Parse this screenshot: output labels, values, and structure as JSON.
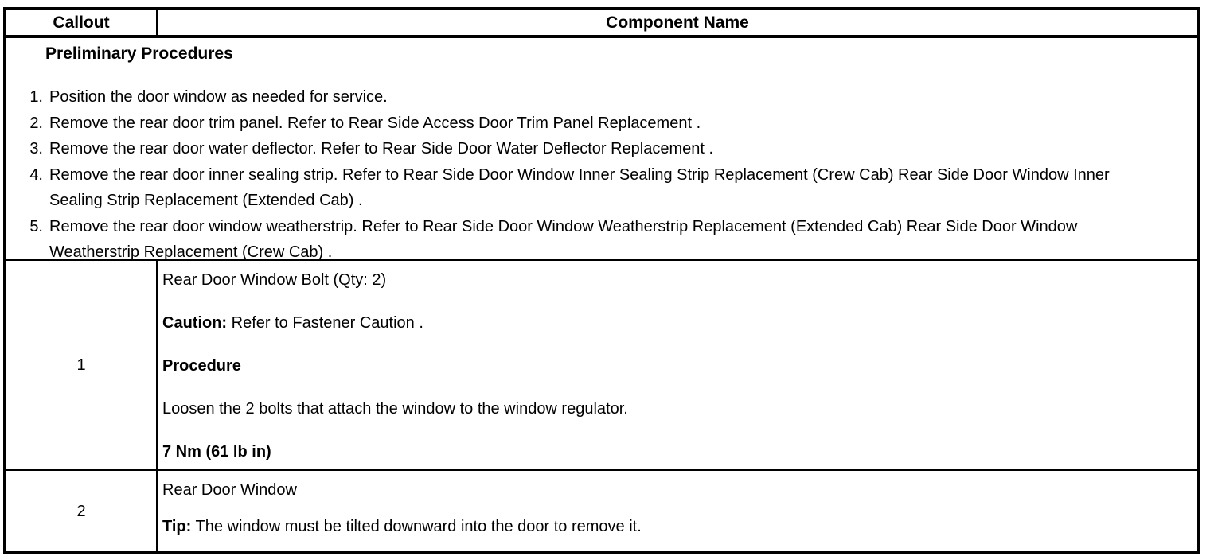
{
  "colors": {
    "border": "#000000",
    "text": "#000000",
    "background": "#ffffff"
  },
  "table": {
    "header": {
      "callout": "Callout",
      "component_name": "Component Name"
    },
    "preliminary": {
      "title": "Preliminary Procedures",
      "steps": [
        {
          "num": "1.",
          "text": "Position the door window as needed for service."
        },
        {
          "num": "2.",
          "text": "Remove the rear door trim panel. Refer to Rear Side Access Door Trim Panel Replacement ."
        },
        {
          "num": "3.",
          "text": "Remove the rear door water deflector. Refer to Rear Side Door Water Deflector Replacement ."
        },
        {
          "num": "4.",
          "text": "Remove the rear door inner sealing strip. Refer to Rear Side Door Window Inner Sealing Strip Replacement (Crew Cab) Rear Side Door Window Inner Sealing Strip Replacement (Extended Cab) ."
        },
        {
          "num": "5.",
          "text": "Remove the rear door window weatherstrip. Refer to Rear Side Door Window Weatherstrip Replacement (Extended Cab) Rear Side Door Window Weatherstrip Replacement (Crew Cab) ."
        }
      ]
    },
    "rows": [
      {
        "callout": "1",
        "paragraphs": [
          {
            "bold": "",
            "text": "Rear Door Window Bolt (Qty: 2)"
          },
          {
            "bold": "Caution:",
            "text": " Refer to Fastener Caution ."
          },
          {
            "bold": "Procedure",
            "text": ""
          },
          {
            "bold": "",
            "text": "Loosen the 2 bolts that attach the window to the window regulator."
          },
          {
            "bold": "7 Nm (61 lb in)",
            "text": ""
          }
        ]
      },
      {
        "callout": "2",
        "paragraphs": [
          {
            "bold": "",
            "text": "Rear Door Window"
          },
          {
            "bold": "Tip:",
            "text": " The window must be tilted downward into the door to remove it."
          }
        ]
      }
    ]
  }
}
